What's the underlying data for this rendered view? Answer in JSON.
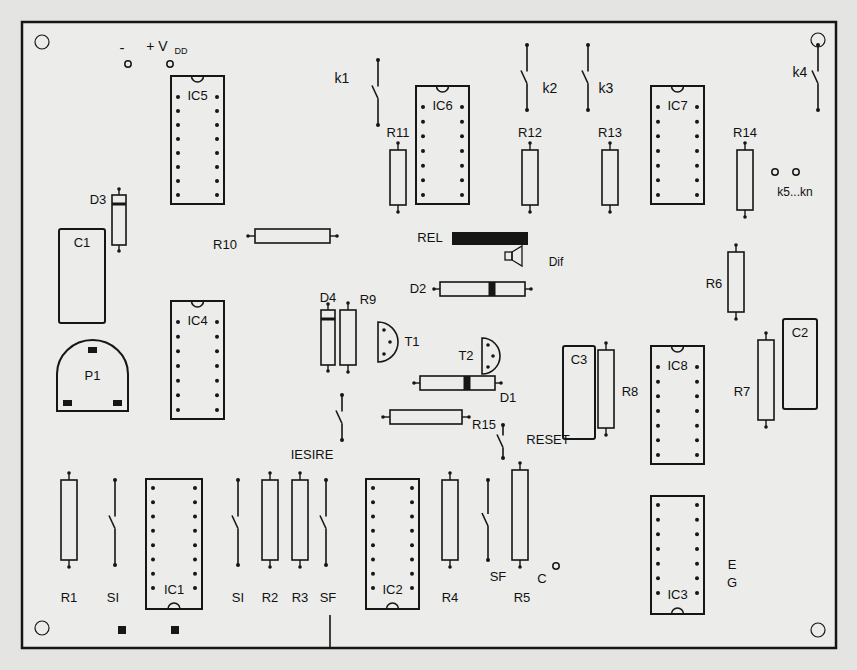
{
  "diagram": {
    "nodes": [
      {
        "text": [
          "IC5"
        ]
      },
      {
        "text": [
          "IC6"
        ]
      },
      {
        "text": [
          "IC7"
        ]
      },
      {
        "text": [
          "C1"
        ]
      },
      {
        "text": [
          "IC4"
        ]
      },
      {
        "text": [
          "P1"
        ]
      },
      {
        "text": [
          "C3"
        ]
      },
      {
        "text": [
          "IC8"
        ]
      },
      {
        "text": [
          "C2"
        ]
      },
      {
        "text": [
          "IC1"
        ]
      },
      {
        "text": [
          "IC2"
        ]
      },
      {
        "text": [
          "IC3"
        ]
      }
    ],
    "labels": [
      "-",
      "+ V",
      "DD",
      "k1",
      "R11",
      "k2",
      "k3",
      "R12",
      "R13",
      "k4",
      "R14",
      "k5...kn",
      "D3",
      "R10",
      "REL",
      "Dif",
      "D2",
      "D4",
      "R9",
      "T1",
      "T2",
      "R6",
      "R8",
      "R7",
      "D1",
      "R15",
      "RESET",
      "IESIRE",
      "R1",
      "SI",
      "SI",
      "R2",
      "R3",
      "SF",
      "R4",
      "SF",
      "R5",
      "C",
      "E",
      "G"
    ]
  }
}
